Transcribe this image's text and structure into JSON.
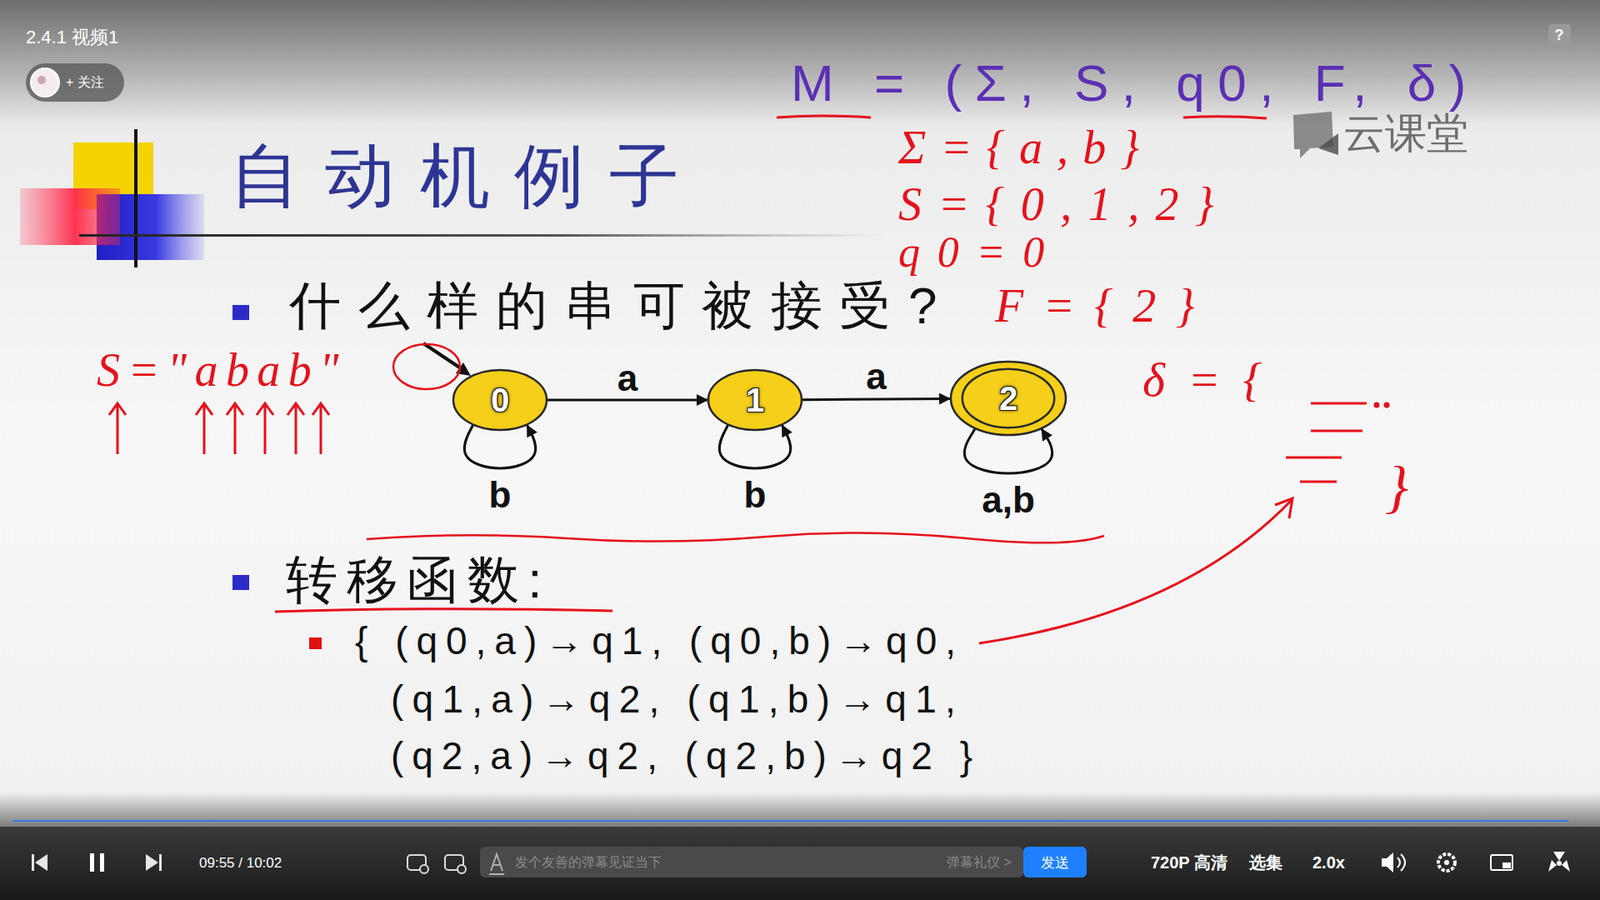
{
  "diagram": {
    "title": "自动机例子",
    "nodes": [
      {
        "text": [
          "0"
        ]
      },
      {
        "text": [
          "1"
        ]
      },
      {
        "text": [
          "2"
        ]
      }
    ],
    "edges": [
      {
        "from": 0,
        "to": 1,
        "label": "a",
        "arrow": "to"
      },
      {
        "from": 1,
        "to": 2,
        "label": "a",
        "arrow": "to"
      },
      {
        "from": 0,
        "to": 0,
        "label": "b",
        "arrow": "to"
      },
      {
        "from": 1,
        "to": 1,
        "label": "b",
        "arrow": "to"
      },
      {
        "from": 2,
        "to": 2,
        "label": "a,b",
        "arrow": "to"
      }
    ],
    "labels": [
      "2.4.1 视频1",
      "+ 关注",
      "?",
      "M = (Σ, S, q0, F, δ)",
      "云课堂",
      "Σ={a,b}",
      "S={0,1,2}",
      "q0=0",
      "F={2}",
      "δ={",
      "}",
      "S=\"abab\"",
      "什么样的串可被接受?",
      "转移函数:",
      "{ (q0,a)→q1, (q0,b)→q0,",
      "(q1,a)→q2, (q1,b)→q1,",
      "(q2,a)→q2, (q2,b)→q2 }",
      "09:55 / 10:02",
      "发个友善的弹幕见证当下",
      "弹幕礼仪 >",
      "发送",
      "720P 高清",
      "选集",
      "2.0x"
    ]
  }
}
